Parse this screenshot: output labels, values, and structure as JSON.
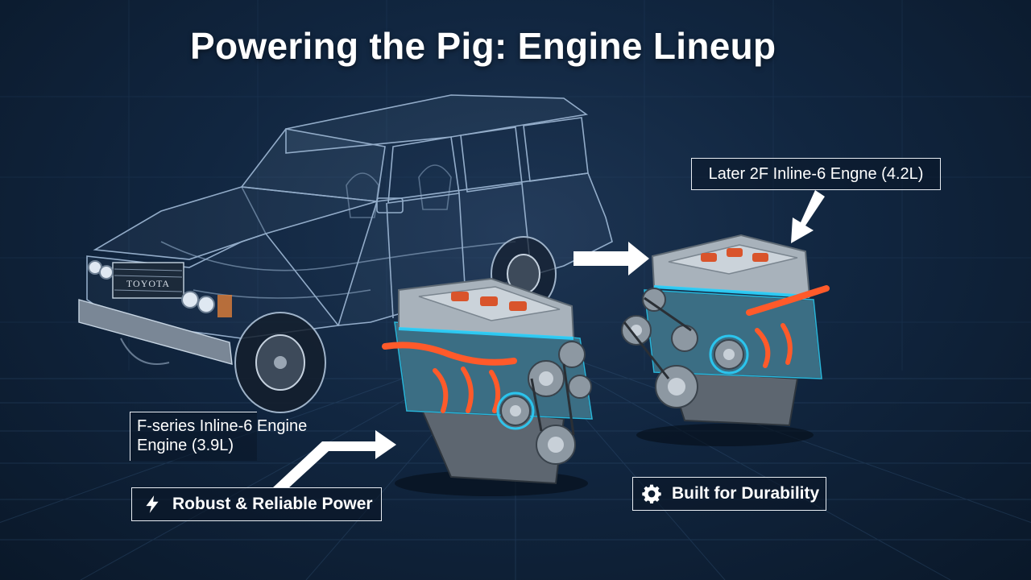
{
  "title": "Powering the Pig: Engine Lineup",
  "vehicle": {
    "grille_text": "TOYOTA"
  },
  "labels": {
    "later_engine": "Later 2F Inline-6 Engne (4.2L)",
    "f_series_line1": "F-series Inline-6 Engine",
    "f_series_line2": "Engine (3.9L)"
  },
  "badges": {
    "robust": {
      "label": "Robust & Reliable Power",
      "icon": "lightning-bolt-icon"
    },
    "durable": {
      "label": "Built for Durability",
      "icon": "gear-icon"
    }
  },
  "colors": {
    "background": "#112640",
    "wireframe": "#a9c3e0",
    "engine_metal": "#9aa4ad",
    "accent_cyan": "#29d3ff",
    "accent_red": "#ff5a2a",
    "text": "#ffffff"
  }
}
